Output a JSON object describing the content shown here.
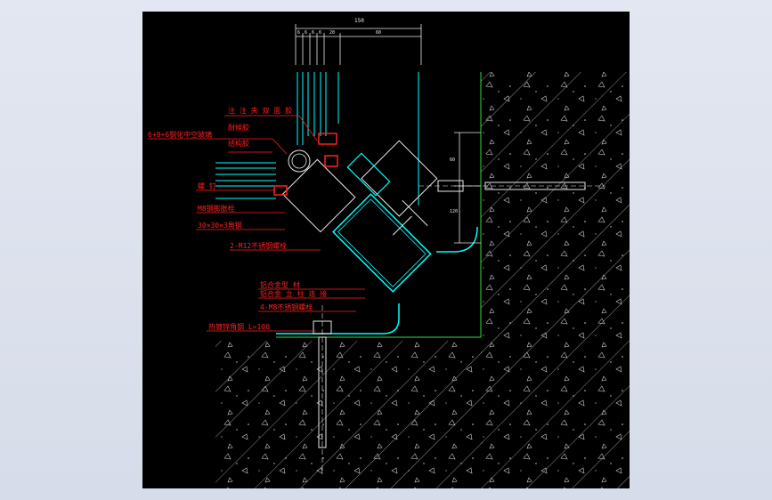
{
  "drawing": {
    "dimensions": {
      "overall": "150",
      "small_1": "6",
      "small_2": "6",
      "small_3": "6",
      "small_4": "6",
      "mid": "20",
      "right": "60",
      "v_upper": "60",
      "v_lower": "120"
    },
    "labels": {
      "l1": "注 注 夹  双 面 胶",
      "l2": "6+9+6钢化中空玻璃",
      "l3": "耐候胶",
      "l4": "结构胶",
      "l5": "螺 钉",
      "l6": "M8钢膨胀栓",
      "l7": "30×30×3角钢",
      "l8": "2-M12不锈钢螺栓",
      "l9": "铝合金型  材",
      "l10": "铝合金 立 柱 连 接",
      "l11": "4-M8不锈钢螺栓",
      "l12": "热镀锌角钢 L=100"
    },
    "colors": {
      "background": "#000000",
      "frame": "#00ffff",
      "steel": "#e8e8e8",
      "annotation": "#ff2020",
      "wall": "#33dd33",
      "hatch": "#cfcfcf"
    }
  }
}
